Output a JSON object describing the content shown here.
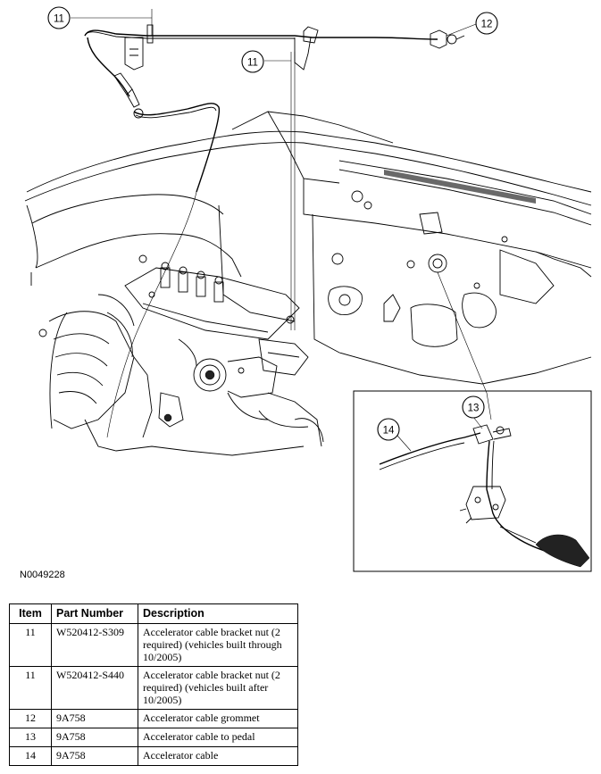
{
  "figure": {
    "id_code": "N0049228",
    "callouts": [
      {
        "label": "11"
      },
      {
        "label": "12"
      },
      {
        "label": "11"
      },
      {
        "label": "13"
      },
      {
        "label": "14"
      }
    ]
  },
  "table": {
    "headers": {
      "item": "Item",
      "part_number": "Part Number",
      "description": "Description"
    },
    "rows": [
      {
        "item": "11",
        "part_number": "W520412-S309",
        "description": "Accelerator cable bracket nut (2 required) (vehicles built through 10/2005)"
      },
      {
        "item": "11",
        "part_number": "W520412-S440",
        "description": "Accelerator cable bracket nut (2 required) (vehicles built after 10/2005)"
      },
      {
        "item": "12",
        "part_number": "9A758",
        "description": "Accelerator cable grommet"
      },
      {
        "item": "13",
        "part_number": "9A758",
        "description": "Accelerator cable to pedal"
      },
      {
        "item": "14",
        "part_number": "9A758",
        "description": "Accelerator cable"
      }
    ]
  }
}
